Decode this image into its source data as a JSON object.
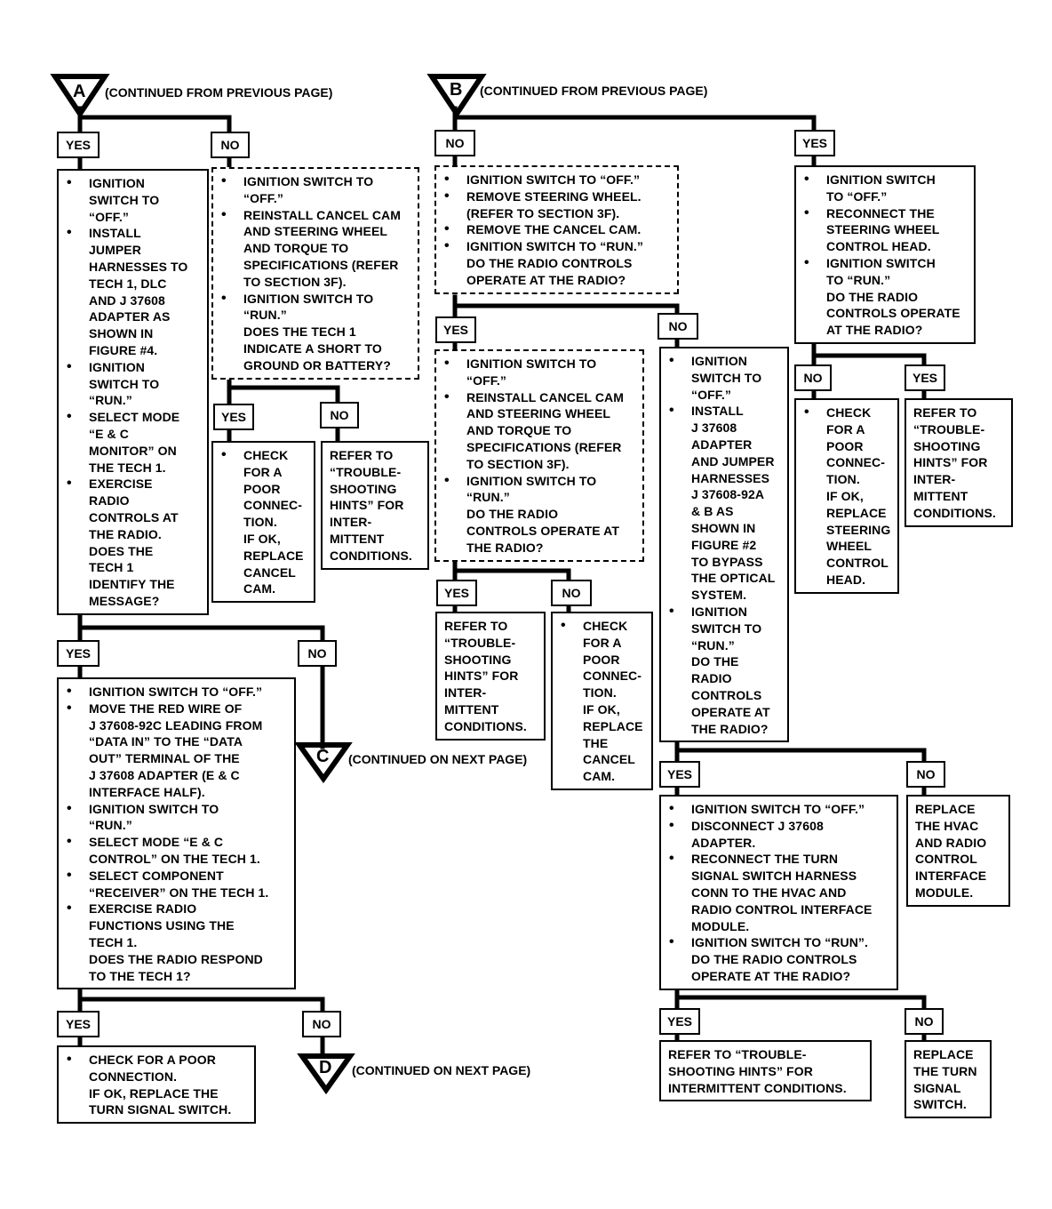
{
  "connectors": {
    "A": {
      "letter": "A",
      "caption": "(CONTINUED FROM PREVIOUS PAGE)"
    },
    "B": {
      "letter": "B",
      "caption": "(CONTINUED FROM PREVIOUS PAGE)"
    },
    "C": {
      "letter": "C",
      "caption": "(CONTINUED ON NEXT PAGE)"
    },
    "D": {
      "letter": "D",
      "caption": "(CONTINUED ON NEXT PAGE)"
    }
  },
  "labels": {
    "yes": "YES",
    "no": "NO"
  },
  "boxes": {
    "a_yes_1": {
      "items": [
        [
          "IGNITION",
          "SWITCH TO",
          "“OFF.”"
        ],
        [
          "INSTALL",
          "JUMPER",
          "HARNESSES TO",
          "TECH 1, DLC",
          "AND J 37608",
          "ADAPTER AS",
          "SHOWN IN",
          "FIGURE #4."
        ],
        [
          "IGNITION",
          "SWITCH TO",
          "“RUN.”"
        ],
        [
          "SELECT MODE",
          "“E & C",
          "MONITOR” ON",
          "THE TECH 1."
        ],
        [
          "EXERCISE",
          "RADIO",
          "CONTROLS AT",
          "THE RADIO.",
          "DOES THE",
          "TECH 1",
          "IDENTIFY THE",
          "MESSAGE?"
        ]
      ]
    },
    "a_no_1": {
      "items": [
        [
          "IGNITION SWITCH TO",
          "“OFF.”"
        ],
        [
          "REINSTALL CANCEL CAM",
          "AND STEERING WHEEL",
          "AND TORQUE TO",
          "SPECIFICATIONS (REFER",
          "TO SECTION 3F)."
        ],
        [
          "IGNITION SWITCH TO",
          "“RUN.”",
          "DOES THE TECH 1",
          "INDICATE A SHORT TO",
          "GROUND OR BATTERY?"
        ]
      ]
    },
    "a_no_yes": {
      "items": [
        [
          "CHECK",
          "FOR A",
          "POOR",
          "CONNEC-",
          "TION.",
          "IF OK,",
          "REPLACE",
          "CANCEL",
          "CAM."
        ]
      ]
    },
    "a_no_no": {
      "lines": [
        "REFER TO",
        "“TROUBLE-",
        "SHOOTING",
        "HINTS” FOR",
        "INTER-",
        "MITTENT",
        "CONDITIONS."
      ]
    },
    "a_yes_2": {
      "items": [
        [
          "IGNITION SWITCH TO “OFF.”"
        ],
        [
          "MOVE THE RED WIRE OF",
          "J 37608-92C LEADING FROM",
          "“DATA IN” TO THE “DATA",
          "OUT” TERMINAL OF THE",
          "J 37608 ADAPTER (E & C",
          "INTERFACE HALF)."
        ],
        [
          "IGNITION SWITCH TO",
          "“RUN.”"
        ],
        [
          "SELECT MODE “E & C",
          "CONTROL” ON THE TECH 1."
        ],
        [
          "SELECT COMPONENT",
          "“RECEIVER” ON THE TECH 1."
        ],
        [
          "EXERCISE RADIO",
          "FUNCTIONS USING THE",
          "TECH 1.",
          "DOES THE RADIO RESPOND",
          "TO THE TECH 1?"
        ]
      ]
    },
    "a_final": {
      "items": [
        [
          "CHECK FOR A POOR",
          "CONNECTION.",
          "IF OK, REPLACE THE",
          "TURN SIGNAL SWITCH."
        ]
      ]
    },
    "b_no_1": {
      "items": [
        [
          "IGNITION SWITCH TO “OFF.”"
        ],
        [
          "REMOVE STEERING WHEEL.",
          "(REFER TO SECTION 3F)."
        ],
        [
          "REMOVE THE CANCEL CAM."
        ],
        [
          "IGNITION SWITCH TO “RUN.”",
          "DO THE RADIO CONTROLS",
          "OPERATE AT THE RADIO?"
        ]
      ]
    },
    "b_no_yes": {
      "items": [
        [
          "IGNITION SWITCH TO",
          "“OFF.”"
        ],
        [
          "REINSTALL CANCEL CAM",
          "AND STEERING WHEEL",
          "AND TORQUE TO",
          "SPECIFICATIONS (REFER",
          "TO SECTION 3F)."
        ],
        [
          "IGNITION SWITCH TO",
          "“RUN.”",
          "DO THE RADIO",
          "CONTROLS OPERATE AT",
          "THE RADIO?"
        ]
      ]
    },
    "b_nyy": {
      "lines": [
        "REFER TO",
        "“TROUBLE-",
        "SHOOTING",
        "HINTS” FOR",
        "INTER-",
        "MITTENT",
        "CONDITIONS."
      ]
    },
    "b_nyn": {
      "items": [
        [
          "CHECK",
          "FOR A",
          "POOR",
          "CONNEC-",
          "TION.",
          "IF OK,",
          "REPLACE",
          "THE",
          "CANCEL",
          "CAM."
        ]
      ]
    },
    "b_nn": {
      "items": [
        [
          "IGNITION",
          "SWITCH TO",
          "“OFF.”"
        ],
        [
          "INSTALL",
          "J 37608",
          "ADAPTER",
          "AND JUMPER",
          "HARNESSES",
          "J 37608-92A",
          "& B AS",
          "SHOWN IN",
          "FIGURE #2",
          "TO BYPASS",
          "THE OPTICAL",
          "SYSTEM."
        ],
        [
          "IGNITION",
          "SWITCH TO",
          "“RUN.”",
          "DO THE",
          "RADIO",
          "CONTROLS",
          "OPERATE AT",
          "THE RADIO?"
        ]
      ]
    },
    "b_nny": {
      "items": [
        [
          "IGNITION SWITCH TO “OFF.”"
        ],
        [
          "DISCONNECT J 37608",
          "ADAPTER."
        ],
        [
          "RECONNECT THE TURN",
          "SIGNAL SWITCH HARNESS",
          "CONN TO THE HVAC AND",
          "RADIO CONTROL INTERFACE",
          "MODULE."
        ],
        [
          "IGNITION SWITCH TO “RUN”.",
          "DO THE RADIO CONTROLS",
          "OPERATE AT THE RADIO?"
        ]
      ]
    },
    "b_nnn": {
      "lines": [
        "REPLACE",
        "THE HVAC",
        "AND RADIO",
        "CONTROL",
        "INTERFACE",
        "MODULE."
      ]
    },
    "b_nnyy": {
      "lines": [
        "REFER TO “TROUBLE-",
        "SHOOTING HINTS” FOR",
        "INTERMITTENT CONDITIONS."
      ]
    },
    "b_nnyn": {
      "lines": [
        "REPLACE",
        "THE TURN",
        "SIGNAL",
        "SWITCH."
      ]
    },
    "b_yes_1": {
      "items": [
        [
          "IGNITION SWITCH",
          "TO “OFF.”"
        ],
        [
          "RECONNECT THE",
          "STEERING WHEEL",
          "CONTROL HEAD."
        ],
        [
          "IGNITION SWITCH",
          "TO “RUN.”",
          "DO THE RADIO",
          "CONTROLS OPERATE",
          "AT THE RADIO?"
        ]
      ]
    },
    "b_yes_no": {
      "items": [
        [
          "CHECK",
          "FOR A",
          "POOR",
          "CONNEC-",
          "TION.",
          "IF OK,",
          "REPLACE",
          "STEERING",
          "WHEEL",
          "CONTROL",
          "HEAD."
        ]
      ]
    },
    "b_yes_yes": {
      "lines": [
        "REFER TO",
        "“TROUBLE-",
        "SHOOTING",
        "HINTS” FOR",
        "INTER-",
        "MITTENT",
        "CONDITIONS."
      ]
    }
  }
}
